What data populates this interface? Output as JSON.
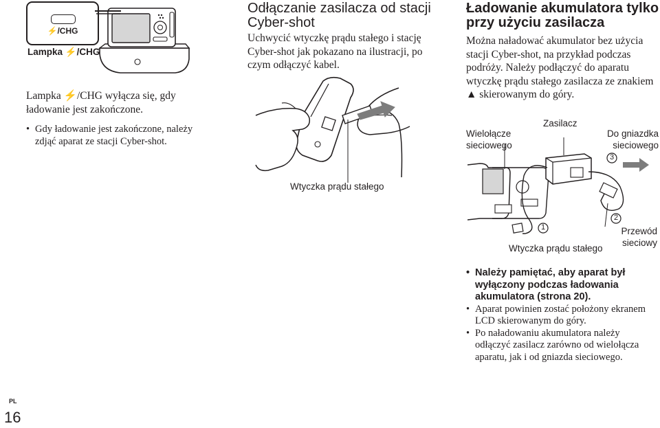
{
  "lamp_section": {
    "button_icon_text": "⚡/CHG",
    "lamp_label": "Lampka ⚡/CHG",
    "note": "Lampka ⚡/CHG wyłącza się, gdy ładowanie jest zakończone.",
    "bullet": "Gdy ładowanie jest zakończone, należy zdjąć aparat ze stacji Cyber-shot."
  },
  "disconnect_section": {
    "title": "Odłączanie zasilacza od stacji Cyber-shot",
    "body": "Uchwycić wtyczkę prądu stałego i stację Cyber-shot jak pokazano na ilustracji, po czym odłączyć kabel.",
    "dc_plug_label": "Wtyczka prądu stałego"
  },
  "charging_section": {
    "title": "Ładowanie akumulatora tylko przy użyciu zasilacza",
    "body": "Można naładować akumulator bez użycia stacji Cyber-shot, na przykład podczas podróży. Należy podłączyć do aparatu wtyczkę prądu stałego zasilacza ze znakiem ▲ skierowanym do góry.",
    "labels": {
      "multi_connector": "Wielołącze sieciowego",
      "adapter": "Zasilacz",
      "to_outlet": "Do gniazdka sieciowego",
      "power_cord": "Przewód sieciowy",
      "dc_plug": "Wtyczka prądu stałego",
      "step1": "1",
      "step2": "2",
      "step3": "3"
    },
    "bullets": [
      "Należy pamiętać, aby aparat był wyłączony podczas ładowania akumulatora (strona 20).",
      "Aparat powinien zostać położony ekranem LCD skierowanym do góry.",
      "Po naładowaniu akumulatora należy odłączyć zasilacz zarówno od wielołącza aparatu, jak i od gniazda sieciowego."
    ]
  },
  "footer": {
    "language": "PL",
    "page_number": "16"
  }
}
